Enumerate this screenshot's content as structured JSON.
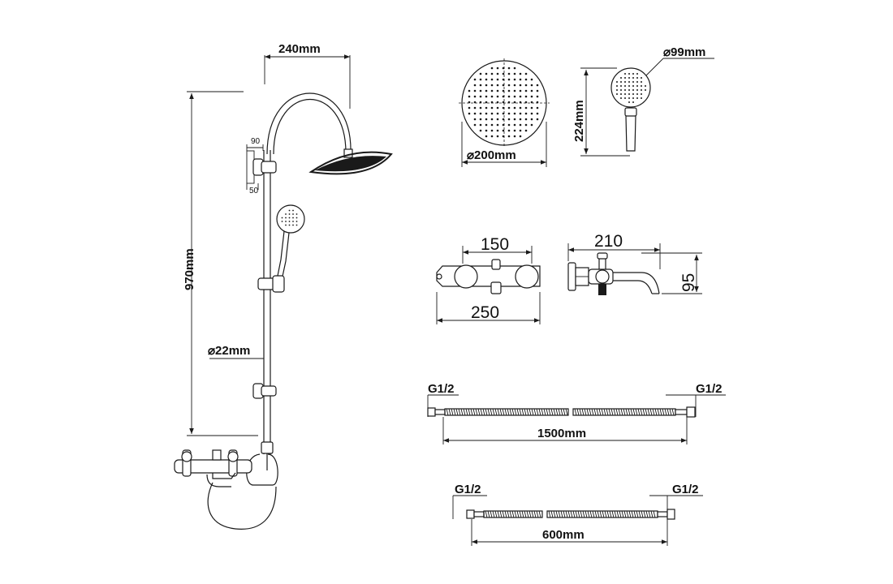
{
  "dimensions": {
    "width_top": "240mm",
    "height_total": "970mm",
    "pipe_diameter": "22mm",
    "bracket_upper": "90",
    "bracket_lower": "50",
    "head_diameter": "200mm",
    "hand_diameter": "99mm",
    "hand_length": "224mm",
    "mixer_spacing": "150",
    "mixer_length": "250",
    "spout_length": "210",
    "spout_height": "95",
    "hose_long_length": "1500mm",
    "hose_short_length": "600mm",
    "thread": "G1/2"
  },
  "symbols": {
    "diameter": "⌀"
  }
}
